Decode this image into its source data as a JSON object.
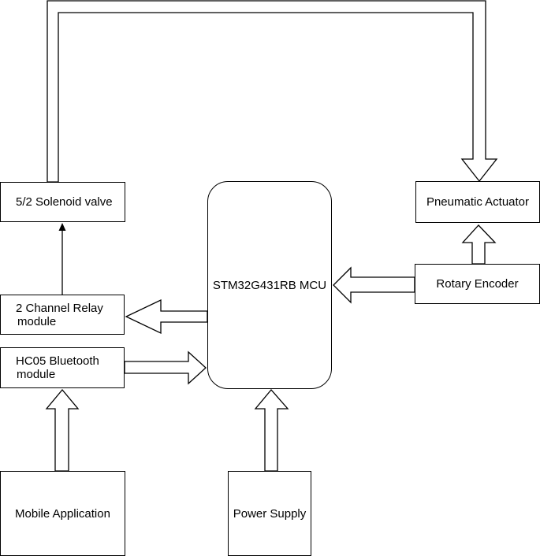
{
  "blocks": {
    "solenoid": "5/2 Solenoid valve",
    "relay_line1": "2 Channel Relay",
    "relay_line2": "module",
    "bluetooth_line1": "HC05 Bluetooth",
    "bluetooth_line2": "module",
    "mobile_app": "Mobile Application",
    "mcu": "STM32G431RB MCU",
    "power": "Power Supply",
    "actuator": "Pneumatic Actuator",
    "encoder": "Rotary Encoder"
  }
}
